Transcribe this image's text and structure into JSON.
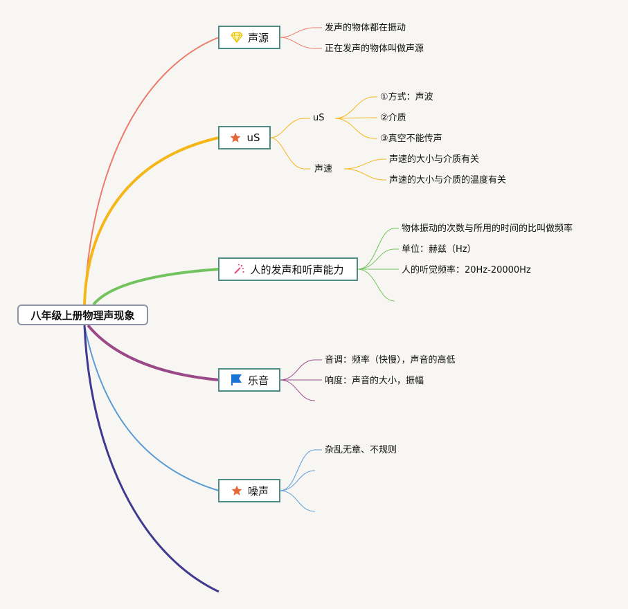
{
  "root": {
    "label": "八年级上册物理声现象"
  },
  "colors": {
    "background": "#f7f6f2",
    "branch_1": "#ec7b6b",
    "branch_2": "#f5b617",
    "branch_3": "#72c35e",
    "branch_4": "#9b4888",
    "branch_5": "#5b9bd5",
    "branch_6": "#3f3a8f",
    "topic_border": "#4d8c82"
  },
  "topics": [
    {
      "label": "声源",
      "icon": "diamond-icon",
      "leaves": [
        "发声的物体都在振动",
        "正在发声的物体叫做声源"
      ]
    },
    {
      "label": "uS",
      "icon": "star-icon",
      "subtopics": [
        {
          "label": "uS",
          "leaves": [
            "①方式：声波",
            "②介质",
            "③真空不能传声"
          ]
        },
        {
          "label": "声速",
          "leaves": [
            "声速的大小与介质有关",
            "声速的大小与介质的温度有关"
          ]
        }
      ]
    },
    {
      "label": "人的发声和听声能力",
      "icon": "wand-icon",
      "leaves": [
        "物体振动的次数与所用的时间的比叫做频率",
        "单位：赫兹（Hz）",
        "人的听觉频率：20Hz-20000Hz",
        ""
      ]
    },
    {
      "label": "乐音",
      "icon": "flag-icon",
      "leaves": [
        "音调：频率（快慢），声音的高低",
        "响度：声音的大小，振幅",
        ""
      ]
    },
    {
      "label": "噪声",
      "icon": "star-icon",
      "leaves": [
        "杂乱无章、不规则",
        "",
        ""
      ]
    }
  ]
}
